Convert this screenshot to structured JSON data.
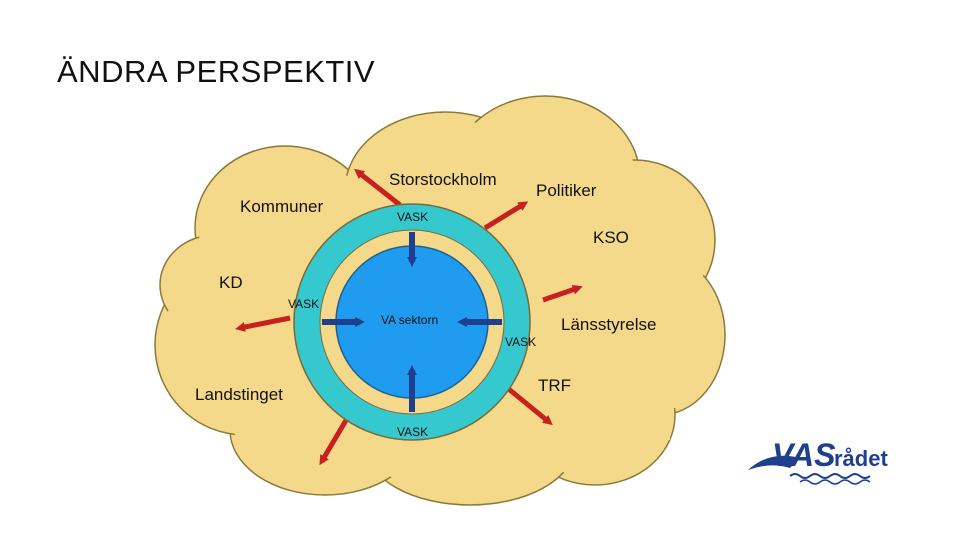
{
  "title": "ÄNDRA PERSPEKTIV",
  "diagram": {
    "outer_labels": {
      "storstockholm": "Storstockholm",
      "politiker": "Politiker",
      "kommuner": "Kommuner",
      "kso": "KSO",
      "kd": "KD",
      "lansstyrelse": "Länsstyrelse",
      "landstinget": "Landstinget",
      "trf": "TRF"
    },
    "ring_labels": {
      "top": "VASK",
      "left": "VASK",
      "right": "VASK",
      "bottom": "VASK"
    },
    "center_label": "VA sektorn",
    "colors": {
      "cloud": "#f4d98b",
      "cloud_border": "#8a7a3a",
      "ring": "#35c8cf",
      "core": "#1f9cf0",
      "arrow_red": "#c8201e",
      "arrow_blue": "#1f3f8f"
    }
  },
  "logo": {
    "text_bold": "VAS",
    "text_rest": "rådet"
  }
}
